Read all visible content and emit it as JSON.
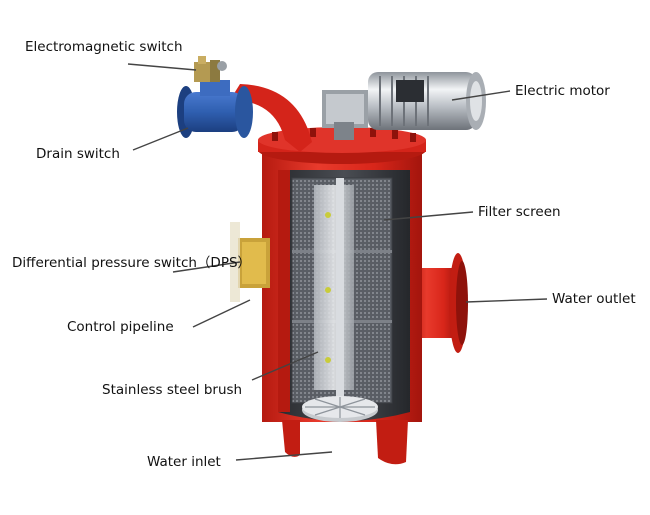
{
  "labels": {
    "electromagnetic_switch": "Electromagnetic switch",
    "drain_switch": "Drain switch",
    "dps": "Differential pressure switch（DPS）",
    "control_pipeline": "Control pipeline",
    "stainless_steel_brush": "Stainless steel brush",
    "water_inlet": "Water inlet",
    "electric_motor": "Electric motor",
    "filter_screen": "Filter screen",
    "water_outlet": "Water outlet"
  },
  "colors": {
    "body_red": "#e0261b",
    "body_dark": "#a3150d",
    "valve_blue": "#2f5fb0",
    "screen_gray": "#6b6f76",
    "metal": "#c9cdd2"
  }
}
